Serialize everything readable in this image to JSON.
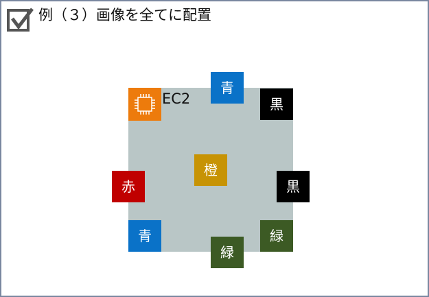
{
  "title": "例（３）画像を全てに配置",
  "group": {
    "label": "EC2",
    "icon": "ec2-chip-icon",
    "fill_color": "#b9c6c6",
    "icon_color": "#ed7b0c"
  },
  "tiles": {
    "blue_top": {
      "label": "青",
      "color": "#0a72c8"
    },
    "black_top": {
      "label": "黒",
      "color": "#000000"
    },
    "orange_center": {
      "label": "橙",
      "color": "#c79304"
    },
    "red_left": {
      "label": "赤",
      "color": "#c00000"
    },
    "black_right": {
      "label": "黒",
      "color": "#000000"
    },
    "blue_bottom": {
      "label": "青",
      "color": "#0a72c8"
    },
    "green_right": {
      "label": "緑",
      "color": "#3c5a24"
    },
    "green_bottom": {
      "label": "緑",
      "color": "#3c5a24"
    }
  }
}
